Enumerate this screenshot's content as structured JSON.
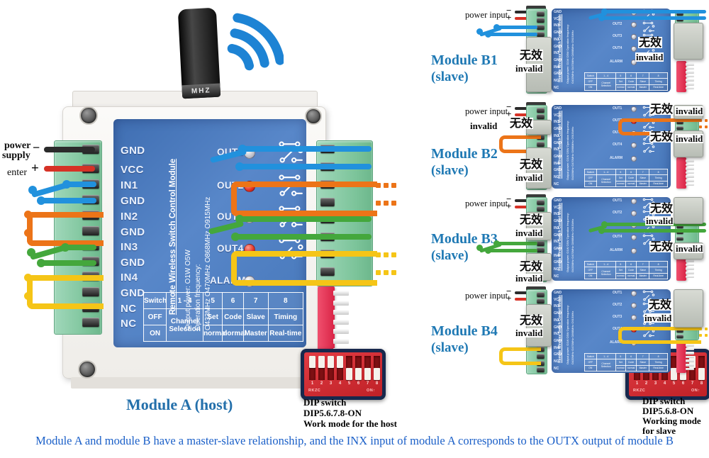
{
  "caption": "Module A and module B have a master-slave relationship, and the INX input of module A corresponds to the OUTX output of module B",
  "power_input_label": "power input",
  "invalid": {
    "cn": "无效",
    "en": "invalid"
  },
  "module_a": {
    "title": "Module A (host)",
    "antenna_label": "MHZ",
    "power_supply": {
      "l1": "power",
      "l2": "supply",
      "l3": "enter",
      "minus": "−",
      "plus": "+"
    },
    "left_labels": [
      "GND",
      "VCC",
      "IN1",
      "GND",
      "IN2",
      "GND",
      "IN3",
      "GND",
      "IN4",
      "GND",
      "NC",
      "NC"
    ],
    "out_labels": [
      "OUT1",
      "OUT2",
      "OUT3",
      "OUT4",
      "ALARM"
    ],
    "vertical_title": "Remote Wireless Switch Control Module",
    "spec_line1": "Output power: O1W O5W",
    "spec_line2": "Operation frequency:",
    "spec_line3": "O433MHz O470MHz O868MHz O915MHz",
    "table": {
      "rows": [
        [
          "Switch",
          "1 - 4",
          "5",
          "6",
          "7",
          "8"
        ],
        [
          "OFF",
          "Channel Selection",
          "Set",
          "Code",
          "Slave",
          "Timing"
        ],
        [
          "ON",
          null,
          "normal",
          "normal",
          "Master",
          "Real-time"
        ]
      ]
    },
    "dip": {
      "line1": "DIP switch",
      "line2": "DIP5.6.7.8-ON",
      "line3": "Work mode for the host",
      "numbers": [
        "1",
        "2",
        "3",
        "4",
        "5",
        "6",
        "7",
        "8"
      ],
      "brand": "RKZC",
      "on_label": "ON↑",
      "on_switches": [
        5,
        6,
        7,
        8
      ]
    }
  },
  "dip_slave": {
    "line1": "DIP switch",
    "line2": "DIP5.6.8-ON",
    "line3": "Working mode",
    "line4": "for slave",
    "numbers": [
      "1",
      "2",
      "3",
      "4",
      "5",
      "6",
      "7",
      "8"
    ],
    "brand": "RKZC",
    "on_label": "ON↑",
    "on_switches": [
      5,
      6,
      8
    ]
  },
  "modules_b": [
    {
      "name": "Module B1",
      "sub": "(slave)"
    },
    {
      "name": "Module B2",
      "sub": "(slave)"
    },
    {
      "name": "Module B3",
      "sub": "(slave)"
    },
    {
      "name": "Module B4",
      "sub": "(slave)"
    }
  ],
  "colors": {
    "wire_black": "#2b2b2b",
    "wire_red": "#d63226",
    "wire_blue": "#2191dd",
    "wire_orange": "#ec7418",
    "wire_green": "#44a73c",
    "wire_yellow": "#f5c517",
    "panel_blue": "#4a7bc0",
    "terminal_green": "#8ccbaa",
    "led_red": "#e23222",
    "pin_header_pink": "#e8415f",
    "dip_red": "#cf2b33",
    "title_blue": "#1f79b4",
    "caption_blue": "#1a5fc8"
  }
}
